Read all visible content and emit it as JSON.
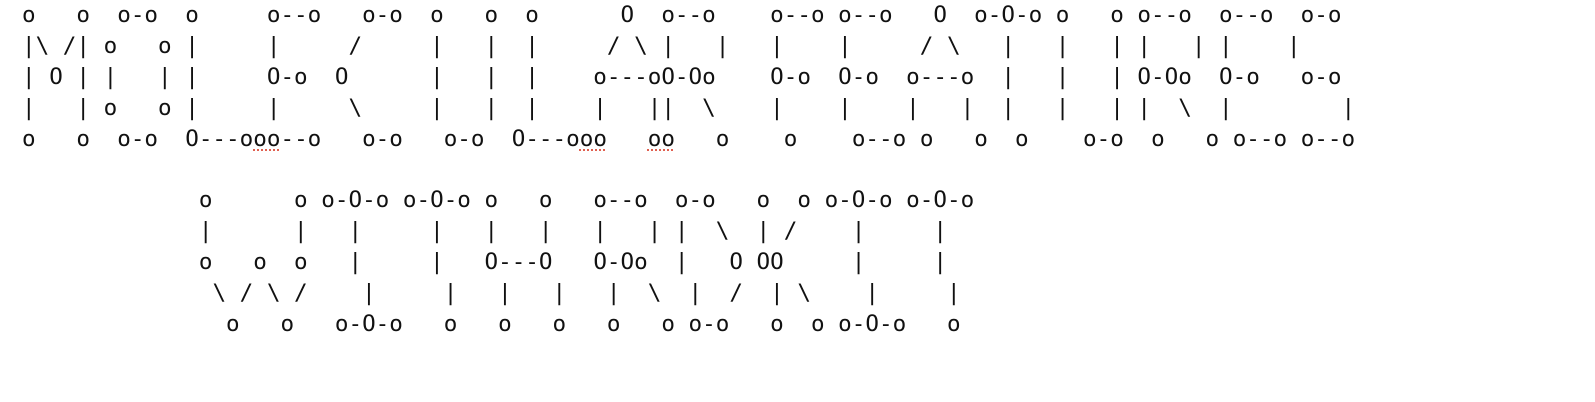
{
  "text": "MOLECULAR FEATURES WITH RDKIT",
  "banner": {
    "line1": {
      "row1": "o   o  o-o  o     o--o   o-o  o   o  o      O  o--o    o--o o--o   O  o-O-o o   o o--o  o--o  o-o",
      "row2": "|\\ /| o   o |     |     /     |   |  |     / \\ |   |   |    |     / \\   |   |   | |   | |    |",
      "row3": "| O | |   | |     O-o  O      |   |  |    o---oO-Oo    O-o  O-o  o---o  |   |   | O-Oo  O-o   o-o",
      "row4": "|   | o   o |     |     \\     |   |  |    |   ||  \\    |    |    |   |  |   |   | |  \\  |        |",
      "row5a": "o   o  o-o  O---o",
      "row5b": "oo",
      "row5c": "--o   o-o   o-o  O---o",
      "row5d": "oo",
      "row5e": "   ",
      "row5f": "oo",
      "row5g": "   o    o    o--o o   o  o    o-o  o   o o--o o--o"
    },
    "line2": {
      "row1": "o      o o-O-o o-O-o o   o   o--o  o-o   o  o o-O-o o-O-o",
      "row2": "|      |   |     |   |   |   |   | |  \\  | /    |     |",
      "row3": "o   o  o   |     |   O---O   O-Oo  |   O OO     |     |",
      "row4": " \\ / \\ /    |     |   |   |   |  \\  |  /  | \\    |     |",
      "row5": "  o   o   o-O-o   o   o   o   o   o o-o   o  o o-O-o   o"
    }
  },
  "colors": {
    "text": "#111111",
    "spell_underline": "#e06050",
    "background": "#ffffff"
  }
}
